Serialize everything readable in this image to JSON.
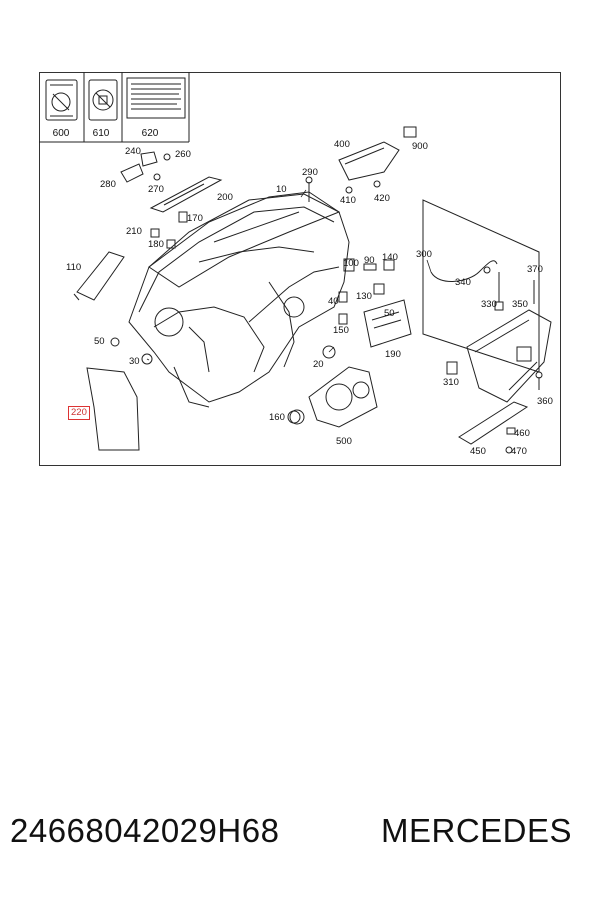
{
  "header_cells": [
    {
      "label": "600",
      "icon": "airbag-warning-sticker-icon"
    },
    {
      "label": "610",
      "icon": "child-seat-warning-sticker-icon"
    },
    {
      "label": "620",
      "icon": "info-label-sticker-icon"
    }
  ],
  "callouts": {
    "c10": "10",
    "c20": "20",
    "c30": "30",
    "c40": "40",
    "c50": "50",
    "c90": "90",
    "c100": "100",
    "c110": "110",
    "c130": "130",
    "c140": "140",
    "c150": "150",
    "c160": "160",
    "c170": "170",
    "c180": "180",
    "c190": "190",
    "c200": "200",
    "c210": "210",
    "c220": "220",
    "c240": "240",
    "c260": "260",
    "c270": "270",
    "c280": "280",
    "c290": "290",
    "c300": "300",
    "c310": "310",
    "c330": "330",
    "c340": "340",
    "c350": "350",
    "c360": "360",
    "c370": "370",
    "c400": "400",
    "c410": "410",
    "c420": "420",
    "c450": "450",
    "c460": "460",
    "c470": "470",
    "c500": "500",
    "c900": "900"
  },
  "highlight_callout": "220",
  "colors": {
    "highlight": "#d33333",
    "line": "#222222"
  },
  "footer": {
    "part_number": "24668042029H68",
    "brand": "MERCEDES"
  }
}
